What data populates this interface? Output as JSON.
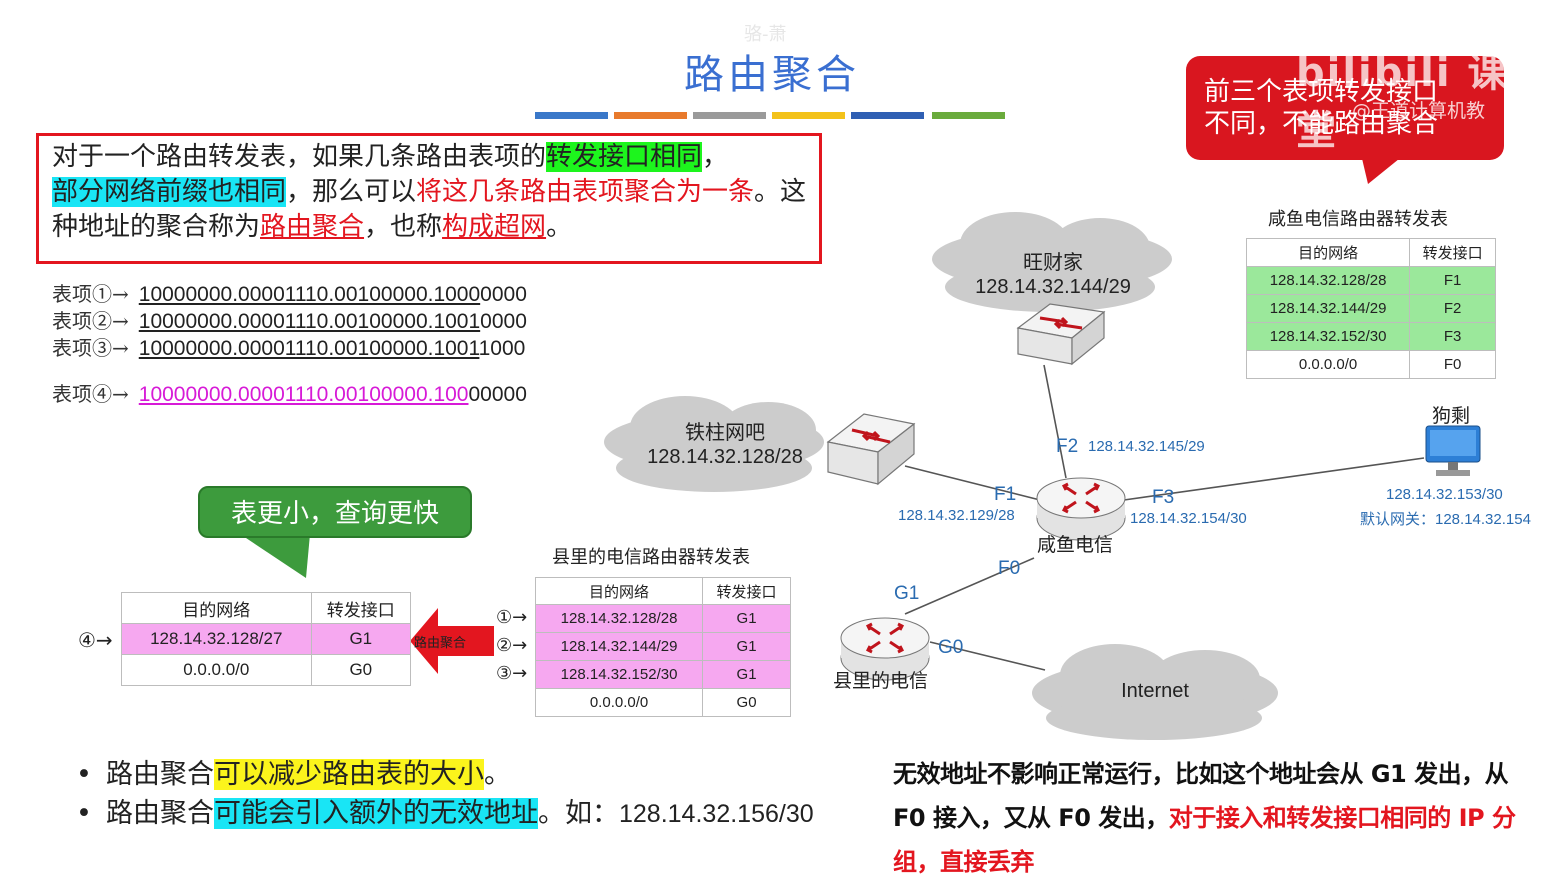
{
  "watermark": {
    "top_text": "骆-萧",
    "logo_text": "bilibili 课堂",
    "sub_text": "@王道计算机教"
  },
  "title": "路由聚合",
  "colors": {
    "accent_red": "#e3161f",
    "title_blue": "#3a6fd1",
    "bar_colors": [
      "#3a78c9",
      "#e87a2c",
      "#9a9a9a",
      "#f3c21a",
      "#2f5fb3",
      "#6aab3c"
    ]
  },
  "definition": {
    "t1": "对于一个路由转发表，如果几条路由表项的",
    "t2": "转发接口相同",
    "t3": "，",
    "t4": "部分网络前缀也相同",
    "t5": "，那么可以",
    "t6": "将这几条路由表项聚合为一条",
    "t7": "。这种地址的聚合称为",
    "t8": "路由聚合",
    "t9": "，也称",
    "t10": "构成超网",
    "t11": "。"
  },
  "entries": [
    {
      "label": "表项①→",
      "prefix": "10000000.00001110.00100000.1000",
      "suffix": "0000"
    },
    {
      "label": "表项②→",
      "prefix": "10000000.00001110.00100000.1001",
      "suffix": "0000"
    },
    {
      "label": "表项③→",
      "prefix": "10000000.00001110.00100000.1001",
      "suffix": "1000"
    },
    {
      "label": "表项④→",
      "prefix": "10000000.00001110.00100000.100",
      "suffix": "00000"
    }
  ],
  "callout_red": {
    "line1": "前三个表项转发接口",
    "line2": "不同，不能路由聚合"
  },
  "callout_green": "表更小，查询更快",
  "xianyu_table": {
    "caption": "咸鱼电信路由器转发表",
    "headers": [
      "目的网络",
      "转发接口"
    ],
    "rows": [
      [
        "128.14.32.128/28",
        "F1"
      ],
      [
        "128.14.32.144/29",
        "F2"
      ],
      [
        "128.14.32.152/30",
        "F3"
      ],
      [
        "0.0.0.0/0",
        "F0"
      ]
    ]
  },
  "county_table": {
    "caption": "县里的电信路由器转发表",
    "headers": [
      "目的网络",
      "转发接口"
    ],
    "markers": [
      "①→",
      "②→",
      "③→"
    ],
    "rows": [
      [
        "128.14.32.128/28",
        "G1"
      ],
      [
        "128.14.32.144/29",
        "G1"
      ],
      [
        "128.14.32.152/30",
        "G1"
      ],
      [
        "0.0.0.0/0",
        "G0"
      ]
    ]
  },
  "agg_table": {
    "headers": [
      "目的网络",
      "转发接口"
    ],
    "marker": "④→",
    "rows": [
      [
        "128.14.32.128/27",
        "G1"
      ],
      [
        "0.0.0.0/0",
        "G0"
      ]
    ]
  },
  "agg_arrow_label": "路由聚合",
  "network": {
    "wangcaijia": {
      "name": "旺财家",
      "net": "128.14.32.144/29"
    },
    "tiezhu": {
      "name": "铁柱网吧",
      "net": "128.14.32.128/28"
    },
    "internet": "Internet",
    "gousheng": {
      "name": "狗剩",
      "ip": "128.14.32.153/30",
      "gateway": "默认网关：128.14.32.154"
    },
    "xianyu_router": "咸鱼电信",
    "county_router": "县里的电信",
    "ports": {
      "F1": "F1",
      "F1_ip": "128.14.32.129/28",
      "F2": "F2",
      "F2_ip": "128.14.32.145/29",
      "F3": "F3",
      "F3_ip": "128.14.32.154/30",
      "F0": "F0",
      "G1": "G1",
      "G0": "G0"
    }
  },
  "bullets": [
    {
      "pre": "路由聚合",
      "hl": "可以减少路由表的大小",
      "post": "。"
    },
    {
      "pre": "路由聚合",
      "hl": "可能会引入额外的无效地址",
      "post": "。如：",
      "ip": "128.14.32.156/30"
    }
  ],
  "note": {
    "black": "无效地址不影响正常运行，比如这个地址会从 G1 发出，从 F0 接入，又从 F0 发出，",
    "red": "对于接入和转发接口相同的 IP 分组，直接丢弃"
  }
}
